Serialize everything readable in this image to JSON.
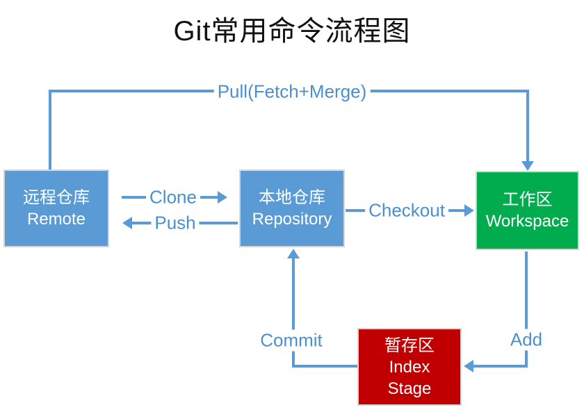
{
  "title": "Git常用命令流程图",
  "colors": {
    "connector": "#5b9bd5",
    "edge_label_text": "#4a90ce",
    "box_blue": "#5b9bd5",
    "box_green": "#00ac4d",
    "box_red": "#c00000",
    "box_border": "#d6d6d6",
    "box_text": "#ffffff"
  },
  "nodes": {
    "remote": {
      "zh": "远程仓库",
      "en": "Remote"
    },
    "repository": {
      "zh": "本地仓库",
      "en": "Repository"
    },
    "workspace": {
      "zh": "工作区",
      "en": "Workspace"
    },
    "index": {
      "zh": "暂存区",
      "en": "Index",
      "en2": "Stage"
    }
  },
  "edges": {
    "pull": {
      "label": "Pull(Fetch+Merge)",
      "from": "remote",
      "to": "workspace"
    },
    "clone": {
      "label": "Clone",
      "from": "remote",
      "to": "repository"
    },
    "push": {
      "label": "Push",
      "from": "repository",
      "to": "remote"
    },
    "checkout": {
      "label": "Checkout",
      "from": "repository",
      "to": "workspace"
    },
    "commit": {
      "label": "Commit",
      "from": "index",
      "to": "repository"
    },
    "add": {
      "label": "Add",
      "from": "workspace",
      "to": "index"
    }
  }
}
